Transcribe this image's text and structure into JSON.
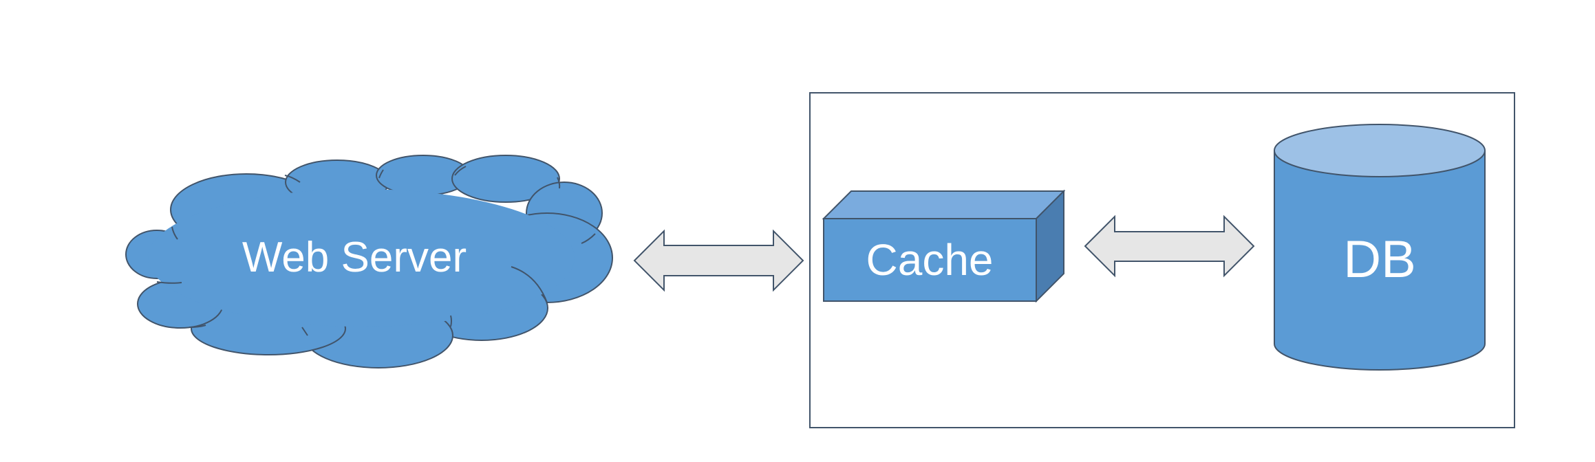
{
  "diagram": {
    "nodes": {
      "web_server": {
        "label": "Web Server",
        "shape": "cloud"
      },
      "cache": {
        "label": "Cache",
        "shape": "cube"
      },
      "db": {
        "label": "DB",
        "shape": "cylinder"
      }
    },
    "edges": [
      {
        "from": "web_server",
        "to": "cache",
        "style": "double-headed-block-arrow"
      },
      {
        "from": "cache",
        "to": "db",
        "style": "double-headed-block-arrow"
      }
    ],
    "groups": [
      {
        "members": [
          "cache",
          "db"
        ],
        "style": "rectangle-outline"
      }
    ],
    "colors": {
      "shape_fill": "#5B9BD5",
      "shape_top": "#7AABDE",
      "shape_side": "#4A7DB0",
      "db_top": "#9DC1E6",
      "outline": "#41546A",
      "arrow_fill": "#E6E6E6",
      "label": "#FFFFFF"
    }
  }
}
